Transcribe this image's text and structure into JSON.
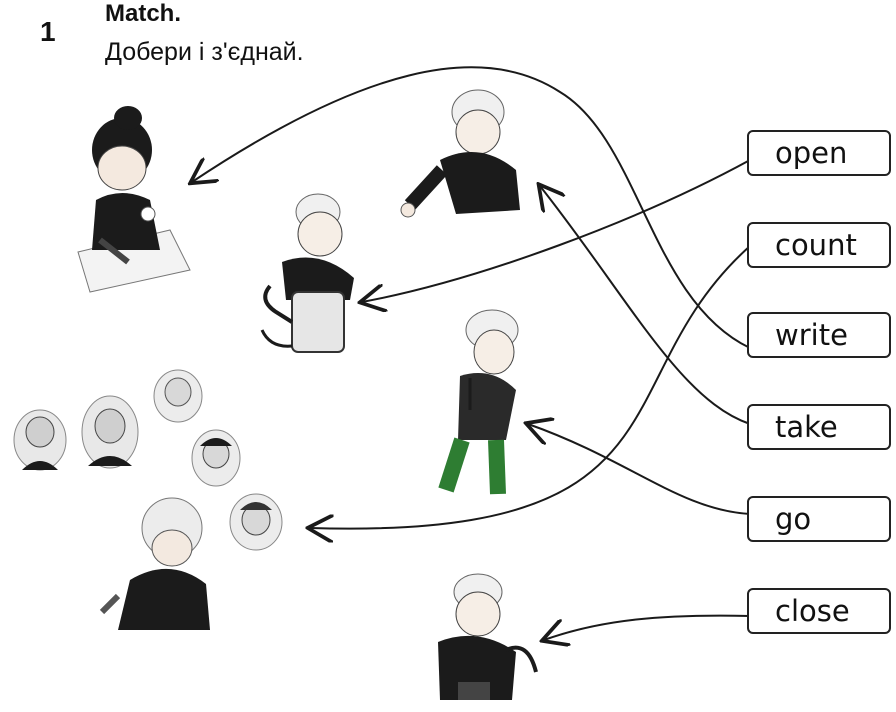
{
  "exercise": {
    "number": "1",
    "title": "Match.",
    "subtitle": "Добери і з'єднай."
  },
  "words": [
    "open",
    "count",
    "write",
    "take",
    "go",
    "close"
  ],
  "colors": {
    "line": "#1a1a1a",
    "line_alt": "#1f3a1f",
    "figure_dark": "#1b1b1b",
    "figure_green": "#2e7d32"
  }
}
